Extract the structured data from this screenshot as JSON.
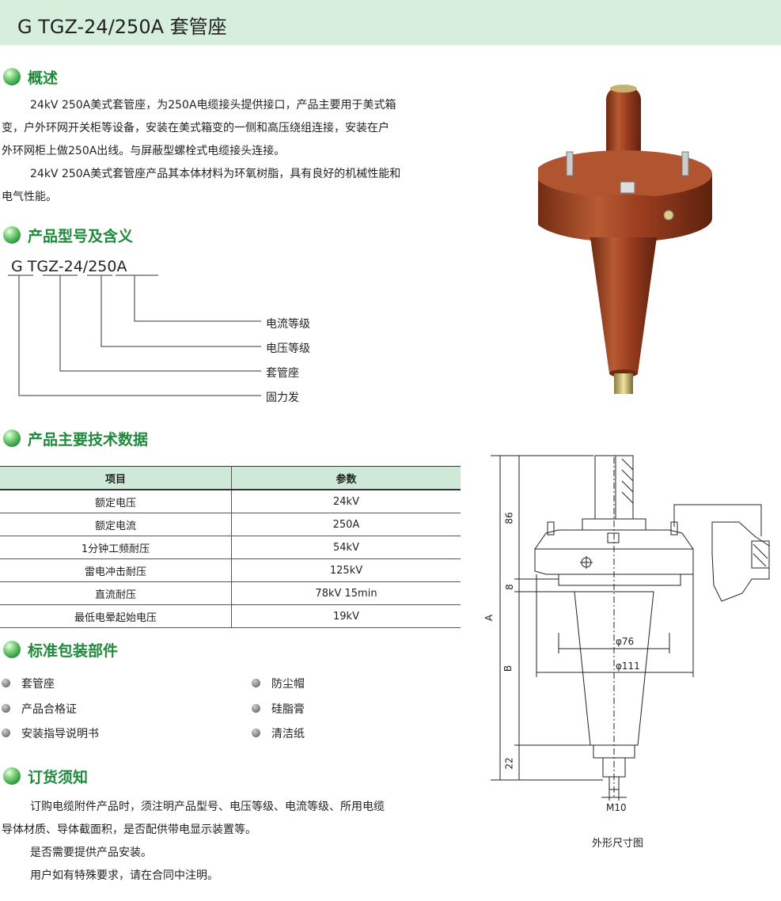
{
  "title": "G TGZ-24/250A 套管座",
  "sections": {
    "overview": "概述",
    "model_meaning": "产品型号及含义",
    "tech_data": "产品主要技术数据",
    "package": "标准包装部件",
    "order": "订货须知"
  },
  "overview_lines": [
    "24kV 250A美式套管座，为250A电缆接头提供接口，产品主要用于美式箱",
    "变，户外环网开关柜等设备，安装在美式箱变的一侧和高压绕组连接，安装在户",
    "外环网柜上做250A出线。与屏蔽型螺栓式电缆接头连接。",
    "24kV 250A美式套管座产品其本体材料为环氧树脂，具有良好的机械性能和",
    "电气性能。"
  ],
  "model": {
    "code": "G   TGZ-24/250A",
    "labels": [
      "电流等级",
      "电压等级",
      "套管座",
      "固力发"
    ]
  },
  "table": {
    "headers": [
      "项目",
      "参数"
    ],
    "rows": [
      [
        "额定电压",
        "24kV"
      ],
      [
        "额定电流",
        "250A"
      ],
      [
        "1分钟工频耐压",
        "54kV"
      ],
      [
        "雷电冲击耐压",
        "125kV"
      ],
      [
        "直流耐压",
        "78kV  15min"
      ],
      [
        "最低电晕起始电压",
        "19kV"
      ]
    ]
  },
  "package_items": [
    "套管座",
    "产品合格证",
    "安装指导说明书",
    "防尘帽",
    "硅脂膏",
    "清洁纸"
  ],
  "order_lines": [
    "订购电缆附件产品时，须注明产品型号、电压等级、电流等级、所用电缆",
    "导体材质、导体截面积，是否配供带电显示装置等。",
    "是否需要提供产品安装。",
    "用户如有特殊要求，请在合同中注明。"
  ],
  "drawing": {
    "dims": [
      "86",
      "8",
      "A",
      "B",
      "22",
      "φ76",
      "φ111",
      "M10"
    ],
    "caption": "外形尺寸图"
  },
  "colors": {
    "accent": "#1f8a3a",
    "title_bg": "#d6efdc",
    "table_header_bg": "#cfe9d8",
    "product_body": "#9a3d1f"
  }
}
